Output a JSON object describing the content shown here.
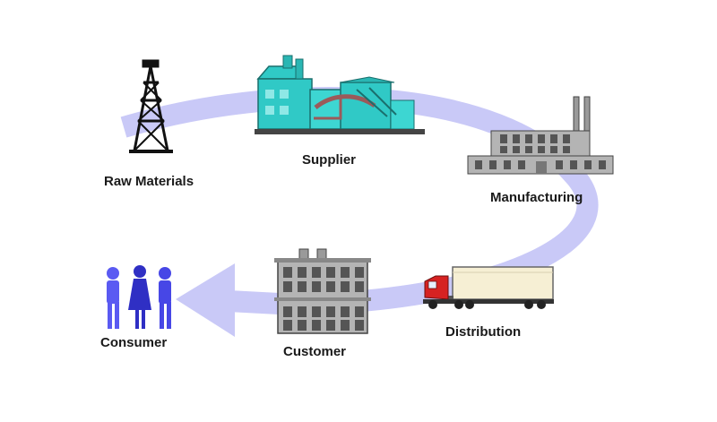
{
  "stages": {
    "raw_materials": "Raw Materials",
    "supplier": "Supplier",
    "manufacturing": "Manufacturing",
    "distribution": "Distribution",
    "customer": "Customer",
    "consumer": "Consumer"
  },
  "colors": {
    "arrow": "#c9c9f7",
    "factory": "#30c9c6",
    "building": "#b4b4b4",
    "people": "#4747e6",
    "truck_cab": "#d62222",
    "trailer": "#f6efd4"
  }
}
